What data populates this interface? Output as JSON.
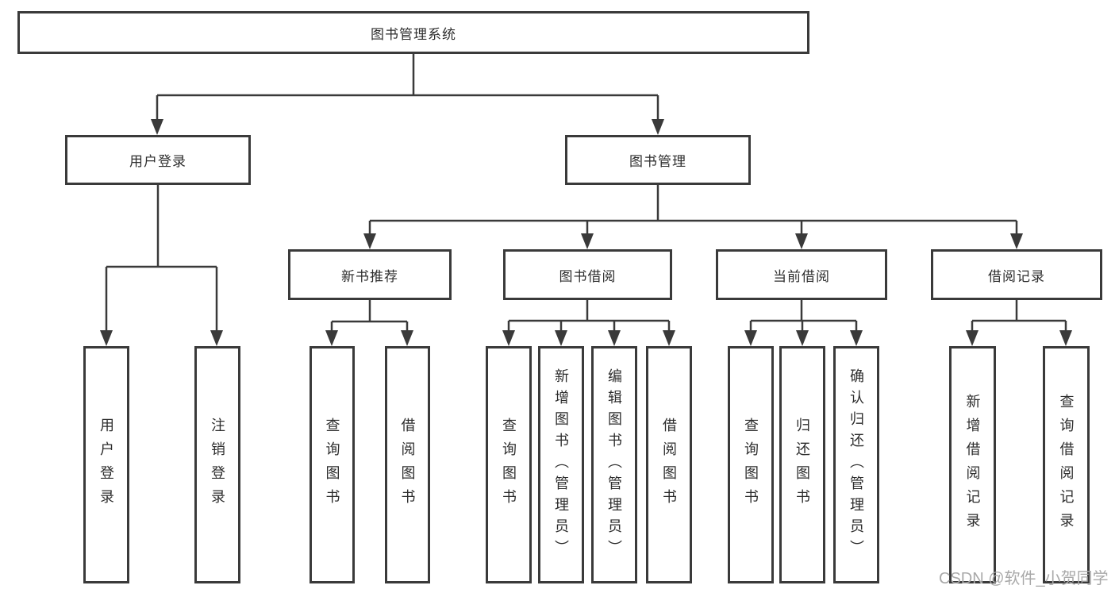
{
  "diagram": {
    "root": {
      "label": "图书管理系统"
    },
    "branches": [
      {
        "label": "用户登录",
        "children": [
          {
            "label": "用户登录"
          },
          {
            "label": "注销登录"
          }
        ]
      },
      {
        "label": "图书管理",
        "children": [
          {
            "label": "新书推荐",
            "children": [
              {
                "label": "查询图书"
              },
              {
                "label": "借阅图书"
              }
            ]
          },
          {
            "label": "图书借阅",
            "children": [
              {
                "label": "查询图书"
              },
              {
                "label": "新增图书（管理员）"
              },
              {
                "label": "编辑图书（管理员）"
              },
              {
                "label": "借阅图书"
              }
            ]
          },
          {
            "label": "当前借阅",
            "children": [
              {
                "label": "查询图书"
              },
              {
                "label": "归还图书"
              },
              {
                "label": "确认归还（管理员）"
              }
            ]
          },
          {
            "label": "借阅记录",
            "children": [
              {
                "label": "新增借阅记录"
              },
              {
                "label": "查询借阅记录"
              }
            ]
          }
        ]
      }
    ]
  },
  "watermark": {
    "text": "CSDN @软件_小贺同学"
  },
  "colors": {
    "line": "#3a3a3a",
    "text": "#2d2d2d",
    "background": "#ffffff",
    "watermark": "#a9a9a9"
  }
}
